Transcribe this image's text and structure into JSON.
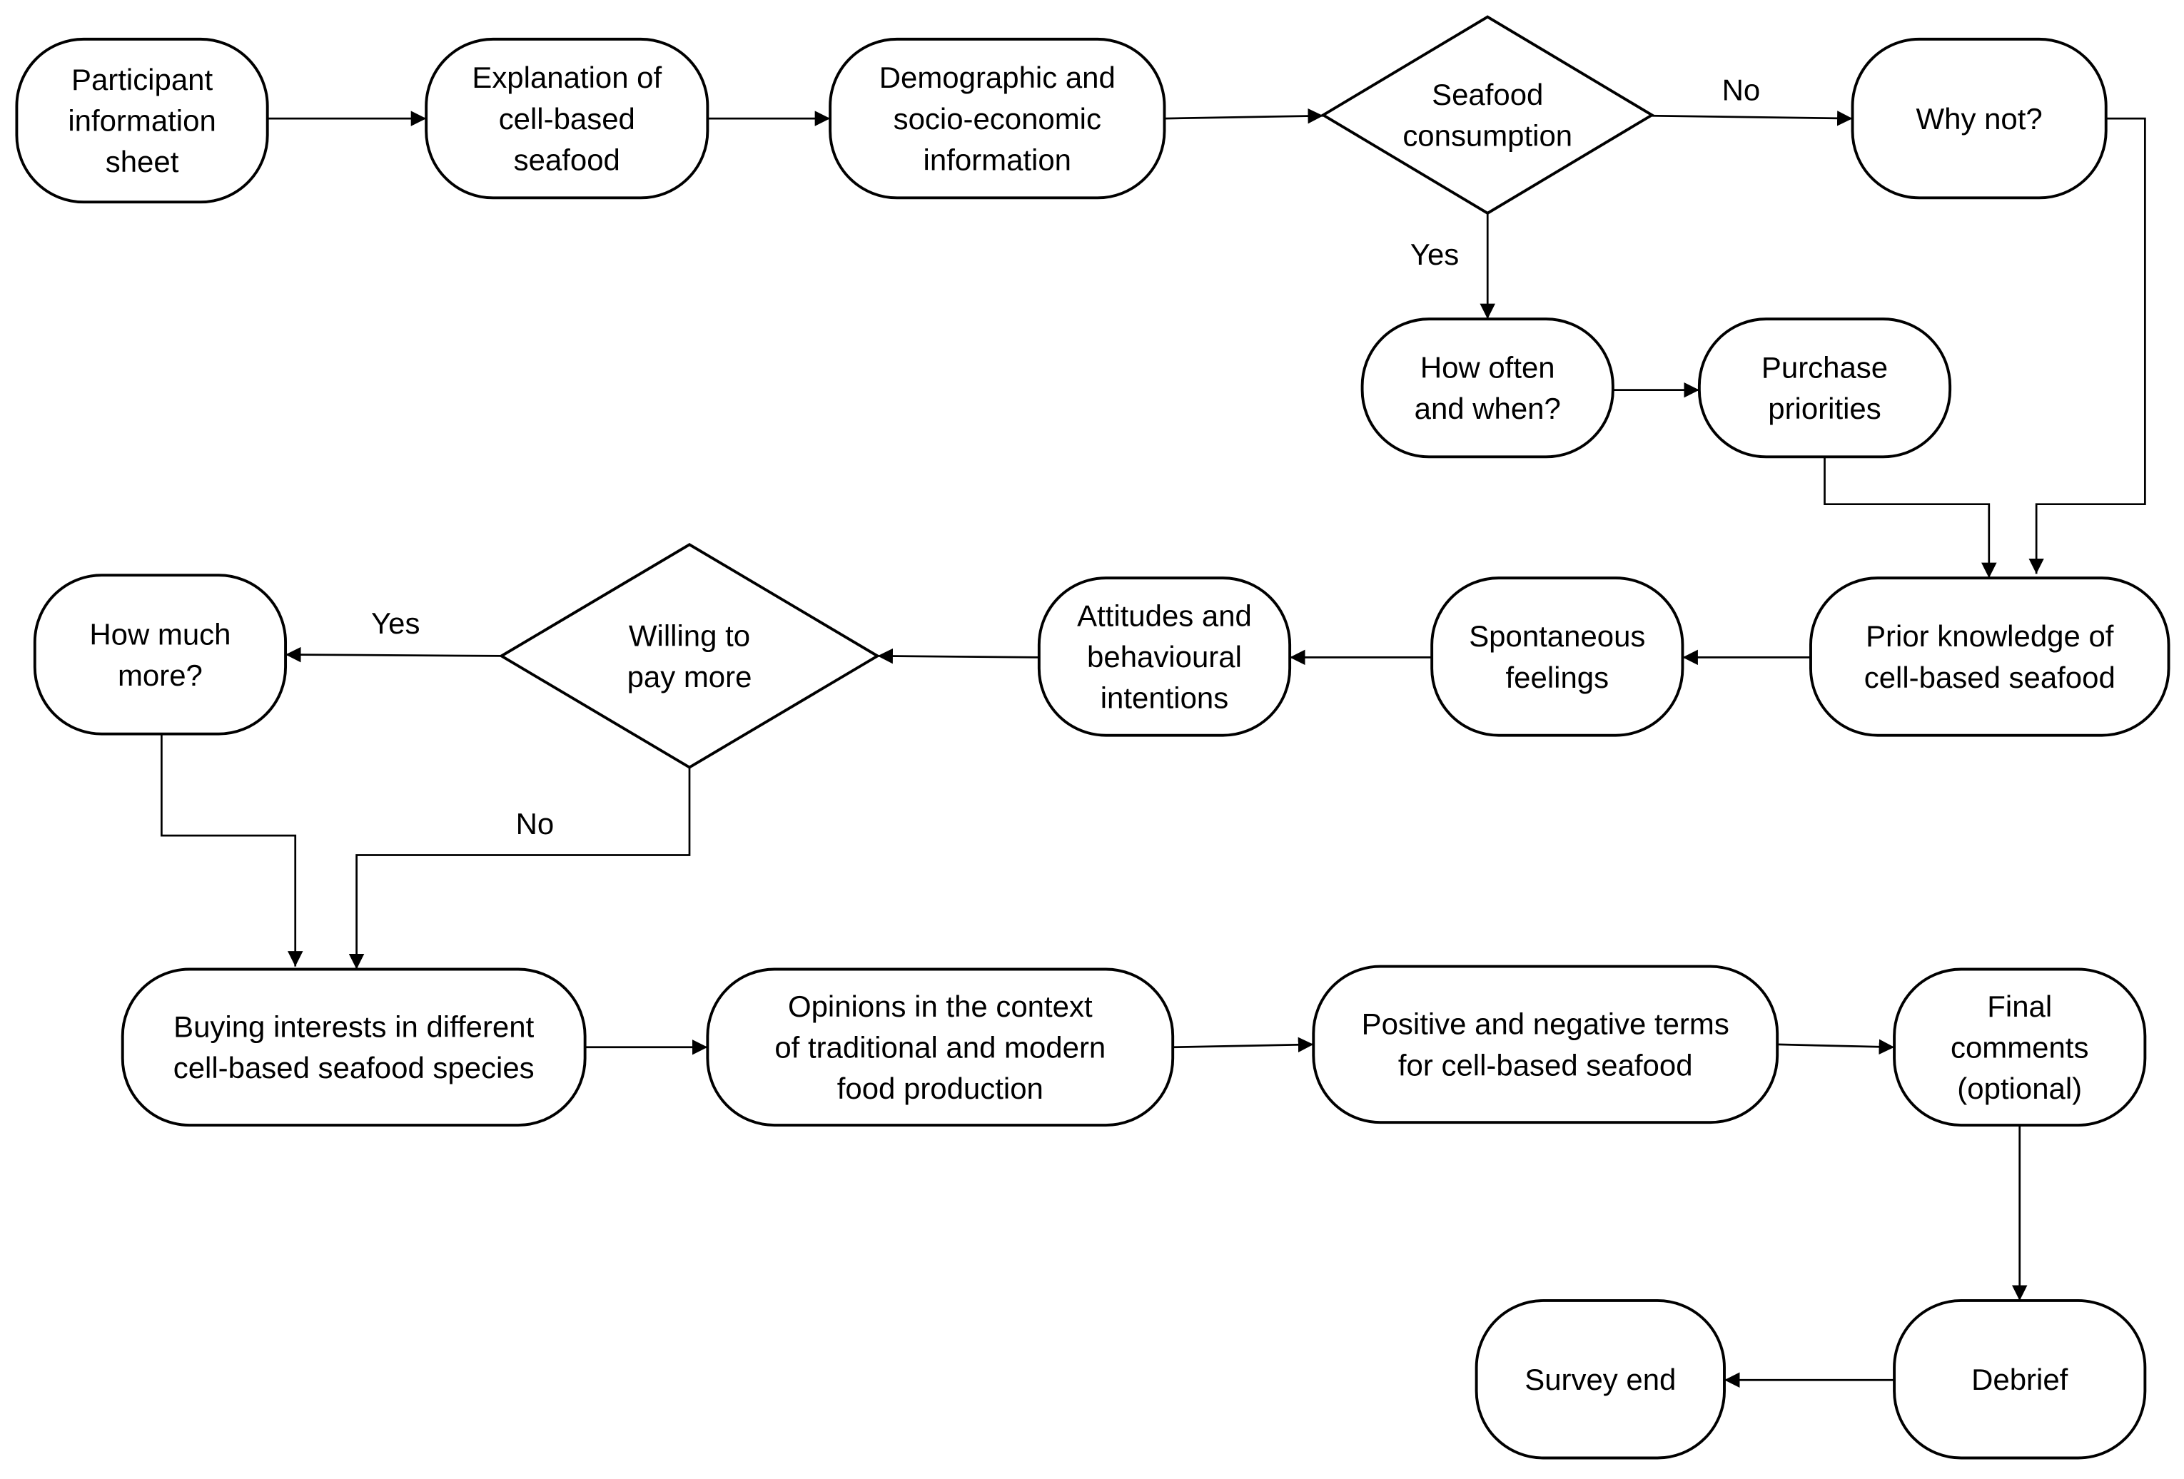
{
  "nodes": {
    "participant_info": [
      "Participant",
      "information",
      "sheet"
    ],
    "explanation": [
      "Explanation of",
      "cell-based",
      "seafood"
    ],
    "demographic": [
      "Demographic and",
      "socio-economic",
      "information"
    ],
    "seafood_consumption": [
      "Seafood",
      "consumption"
    ],
    "why_not": [
      "Why not?"
    ],
    "how_often": [
      "How often",
      "and when?"
    ],
    "purchase_priorities": [
      "Purchase",
      "priorities"
    ],
    "prior_knowledge": [
      "Prior knowledge of",
      "cell-based seafood"
    ],
    "spontaneous_feelings": [
      "Spontaneous",
      "feelings"
    ],
    "attitudes": [
      "Attitudes and",
      "behavioural",
      "intentions"
    ],
    "willing_to_pay": [
      "Willing to",
      "pay more"
    ],
    "how_much_more": [
      "How much",
      "more?"
    ],
    "buying_interests": [
      "Buying interests in different",
      "cell-based seafood species"
    ],
    "opinions": [
      "Opinions in the context",
      "of traditional and modern",
      "food production"
    ],
    "positive_negative": [
      "Positive and negative terms",
      "for cell-based seafood"
    ],
    "final_comments": [
      "Final",
      "comments",
      "(optional)"
    ],
    "debrief": [
      "Debrief"
    ],
    "survey_end": [
      "Survey end"
    ]
  },
  "edge_labels": {
    "consumption_no": "No",
    "consumption_yes": "Yes",
    "pay_yes": "Yes",
    "pay_no": "No"
  }
}
